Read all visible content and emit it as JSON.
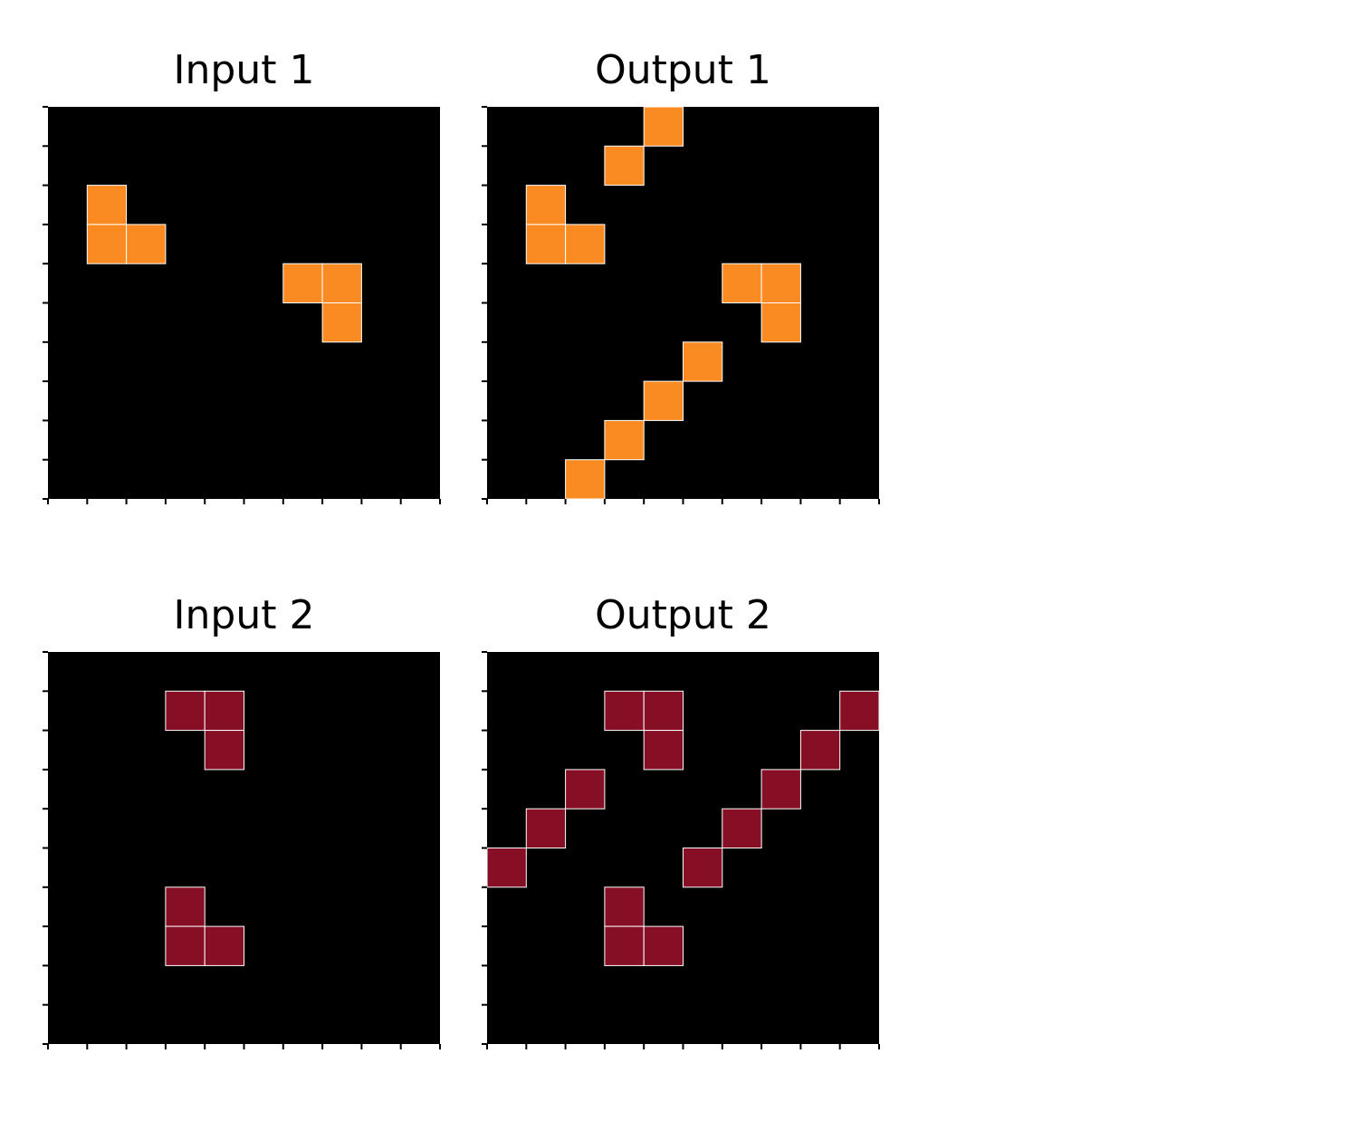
{
  "colors": {
    "background": "#000000",
    "orange": "#f98b22",
    "maroon": "#860f26",
    "cell_border": "#ffffff",
    "tick": "#000000"
  },
  "grid_size": 10,
  "panels": [
    {
      "title": "Input 1",
      "color": "orange",
      "cells": [
        [
          2,
          1
        ],
        [
          3,
          1
        ],
        [
          3,
          2
        ],
        [
          4,
          6
        ],
        [
          4,
          7
        ],
        [
          5,
          7
        ]
      ]
    },
    {
      "title": "Output 1",
      "color": "orange",
      "cells": [
        [
          0,
          4
        ],
        [
          1,
          3
        ],
        [
          2,
          1
        ],
        [
          3,
          1
        ],
        [
          3,
          2
        ],
        [
          4,
          6
        ],
        [
          4,
          7
        ],
        [
          5,
          7
        ],
        [
          6,
          5
        ],
        [
          7,
          4
        ],
        [
          8,
          3
        ],
        [
          9,
          2
        ]
      ]
    },
    {
      "title": "Input 2",
      "color": "maroon",
      "cells": [
        [
          1,
          3
        ],
        [
          1,
          4
        ],
        [
          2,
          4
        ],
        [
          6,
          3
        ],
        [
          7,
          3
        ],
        [
          7,
          4
        ]
      ]
    },
    {
      "title": "Output 2",
      "color": "maroon",
      "cells": [
        [
          1,
          3
        ],
        [
          1,
          4
        ],
        [
          1,
          9
        ],
        [
          2,
          4
        ],
        [
          2,
          8
        ],
        [
          3,
          2
        ],
        [
          3,
          7
        ],
        [
          4,
          1
        ],
        [
          4,
          6
        ],
        [
          5,
          0
        ],
        [
          5,
          5
        ],
        [
          6,
          3
        ],
        [
          7,
          3
        ],
        [
          7,
          4
        ]
      ]
    }
  ]
}
